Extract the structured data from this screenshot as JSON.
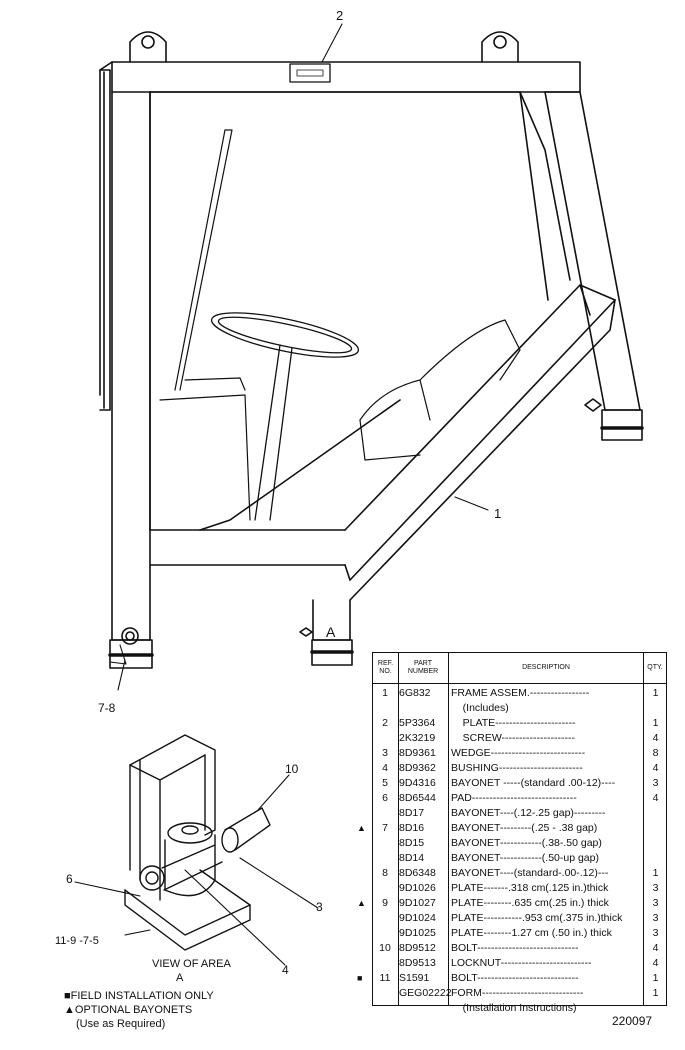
{
  "callouts": {
    "c1": "1",
    "c2": "2",
    "c3": "3",
    "c4": "4",
    "c6": "6",
    "c10": "10",
    "c78": "7-8",
    "c1197": "11-9  -7-5",
    "area": "A"
  },
  "view_caption": [
    "VIEW OF AREA",
    "A"
  ],
  "notes": [
    "■FIELD INSTALLATION ONLY",
    "▲OPTIONAL BAYONETS",
    "(Use as Required)"
  ],
  "table": {
    "headers": {
      "ref": "REF. NO.",
      "part": "PART NUMBER",
      "desc": "DESCRIPTION",
      "qty": "QTY."
    },
    "rows": [
      {
        "mark": "",
        "ref": "1",
        "part": "6G832",
        "desc": "FRAME ASSEM.-----------------",
        "qty": "1"
      },
      {
        "mark": "",
        "ref": "",
        "part": "",
        "desc": "    (Includes)",
        "qty": ""
      },
      {
        "mark": "",
        "ref": "2",
        "part": "5P3364",
        "desc": "    PLATE-----------------------",
        "qty": "1"
      },
      {
        "mark": "",
        "ref": "",
        "part": "2K3219",
        "desc": "    SCREW---------------------",
        "qty": "4"
      },
      {
        "mark": "",
        "ref": "3",
        "part": "8D9361",
        "desc": "WEDGE---------------------------",
        "qty": "8"
      },
      {
        "mark": "",
        "ref": "4",
        "part": "8D9362",
        "desc": "BUSHING------------------------",
        "qty": "4"
      },
      {
        "mark": "",
        "ref": "5",
        "part": "9D4316",
        "desc": "BAYONET -----(standard .00-12)----",
        "qty": "3"
      },
      {
        "mark": "",
        "ref": "6",
        "part": "8D6544",
        "desc": "PAD------------------------------",
        "qty": "4"
      },
      {
        "mark": "",
        "ref": "",
        "part": "8D17",
        "desc": "BAYONET----(.12-.25 gap)---------",
        "qty": ""
      },
      {
        "mark": "▲",
        "ref": "7",
        "part": "8D16",
        "desc": "BAYONET---------(.25 - .38 gap)",
        "qty": ""
      },
      {
        "mark": "",
        "ref": "",
        "part": "8D15",
        "desc": "BAYONET------------(.38-.50 gap)",
        "qty": ""
      },
      {
        "mark": "",
        "ref": "",
        "part": "8D14",
        "desc": "BAYONET------------(.50-up gap)",
        "qty": ""
      },
      {
        "mark": "",
        "ref": "8",
        "part": "8D6348",
        "desc": "BAYONET----(standard-.00-.12)---",
        "qty": "1"
      },
      {
        "mark": "",
        "ref": "",
        "part": "9D1026",
        "desc": "PLATE-------.318 cm(.125 in.)thick",
        "qty": "3"
      },
      {
        "mark": "▲",
        "ref": "9",
        "part": "9D1027",
        "desc": "PLATE--------.635 cm(.25 in.) thick",
        "qty": "3"
      },
      {
        "mark": "",
        "ref": "",
        "part": "9D1024",
        "desc": "PLATE-----------.953 cm(.375 in.)thick",
        "qty": "3"
      },
      {
        "mark": "",
        "ref": "",
        "part": "9D1025",
        "desc": "PLATE--------1.27 cm (.50 in.) thick",
        "qty": "3"
      },
      {
        "mark": "",
        "ref": "10",
        "part": "8D9512",
        "desc": "BOLT-----------------------------",
        "qty": "4"
      },
      {
        "mark": "",
        "ref": "",
        "part": "8D9513",
        "desc": "LOCKNUT--------------------------",
        "qty": "4"
      },
      {
        "mark": "■",
        "ref": "11",
        "part": "S1591",
        "desc": "BOLT-----------------------------",
        "qty": "1"
      },
      {
        "mark": "",
        "ref": "",
        "part": "GEG02222",
        "desc": "FORM-----------------------------",
        "qty": "1"
      },
      {
        "mark": "",
        "ref": "",
        "part": "",
        "desc": "    (Installation Instructions)",
        "qty": ""
      }
    ]
  },
  "drawing_number": "220097"
}
